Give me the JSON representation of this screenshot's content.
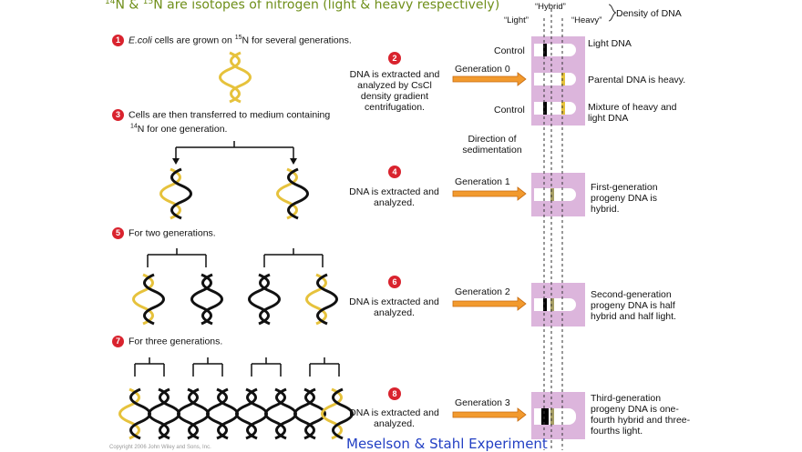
{
  "header": {
    "title_parts": [
      "14",
      "N & ",
      "15",
      "N are isotopes of nitrogen (light & heavy respectively)"
    ]
  },
  "legend": {
    "hybrid": "“Hybrid”",
    "light": "“Light”",
    "heavy": "“Heavy”",
    "density": "Density of DNA"
  },
  "steps": [
    {
      "num": "1",
      "pre": "",
      "italic": "E.coli",
      "text": " cells are grown on ",
      "sup": "15",
      "tail": "N for several generations."
    },
    {
      "num": "2",
      "text": "DNA is extracted and analyzed by CsCl density gradient centrifugation."
    },
    {
      "num": "3",
      "line1": "Cells are then transferred to medium containing",
      "sup": "14",
      "line2": "N  for one generation."
    },
    {
      "num": "4",
      "text": "DNA is extracted and analyzed."
    },
    {
      "num": "5",
      "text": "For two generations."
    },
    {
      "num": "6",
      "text": "DNA is extracted and analyzed."
    },
    {
      "num": "7",
      "text": "For three generations."
    },
    {
      "num": "8",
      "text": "DNA is extracted and analyzed."
    }
  ],
  "labels": {
    "control": "Control",
    "generation0": "Generation 0",
    "generation1": "Generation 1",
    "generation2": "Generation 2",
    "generation3": "Generation 3",
    "direction": "Direction of sedimentation"
  },
  "notes": {
    "light_dna": "Light DNA",
    "parental": "Parental DNA is heavy.",
    "mixture": "Mixture of heavy and light DNA",
    "gen1": "First-generation progeny DNA is hybrid.",
    "gen2": "Second-generation progeny DNA is half hybrid and half light.",
    "gen3": "Third-generation progeny DNA is one-fourth hybrid and three-fourths light."
  },
  "footer": "Meselson & Stahl Experiment",
  "copyright": "Copyright 2006 John Wiley and Sons, Inc.",
  "colors": {
    "heavy_strand": "#e6c23c",
    "light_strand": "#111111",
    "tube_bg": "#dcb5dc",
    "arrow": "#f29a2e",
    "step_number": "#d9232e",
    "footer": "#2340c4"
  }
}
